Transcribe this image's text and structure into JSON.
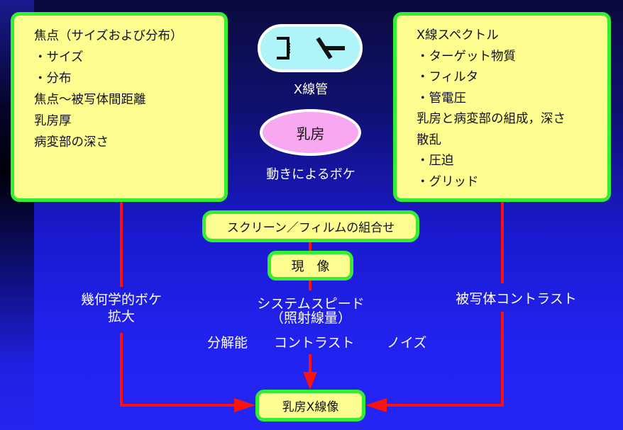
{
  "left_box": {
    "items": [
      "焦点（サイズおよび分布）",
      "・サイズ",
      "・分布",
      "焦点～被写体間距離",
      "乳房厚",
      "病変部の深さ"
    ]
  },
  "right_box": {
    "items": [
      "X線スペクトル",
      "・ターゲット物質",
      "・フィルタ",
      "・管電圧",
      "乳房と病変部の組成，深さ",
      "散乱",
      "・圧迫",
      "・グリッド"
    ]
  },
  "center": {
    "xray_tube_label": "X線管",
    "breast_label": "乳房",
    "motion_blur_label": "動きによるボケ",
    "screen_film_box": "スクリーン／フィルムの組合せ",
    "development_box": "現　像",
    "system_speed": "システムスピード",
    "exposure": "（照射線量）",
    "resolution": "分解能",
    "contrast": "コントラスト",
    "noise": "ノイズ",
    "output_box": "乳房X線像"
  },
  "left_path": {
    "line1": "幾何学的ボケ",
    "line2": "拡大"
  },
  "right_path": {
    "label": "被写体コントラスト"
  },
  "colors": {
    "box_fill": "#fdfd90",
    "box_border": "#33ee33",
    "arrow": "#ff1010",
    "tube_fill": "#aef4f8",
    "breast_fill": "#f8a8f0"
  }
}
